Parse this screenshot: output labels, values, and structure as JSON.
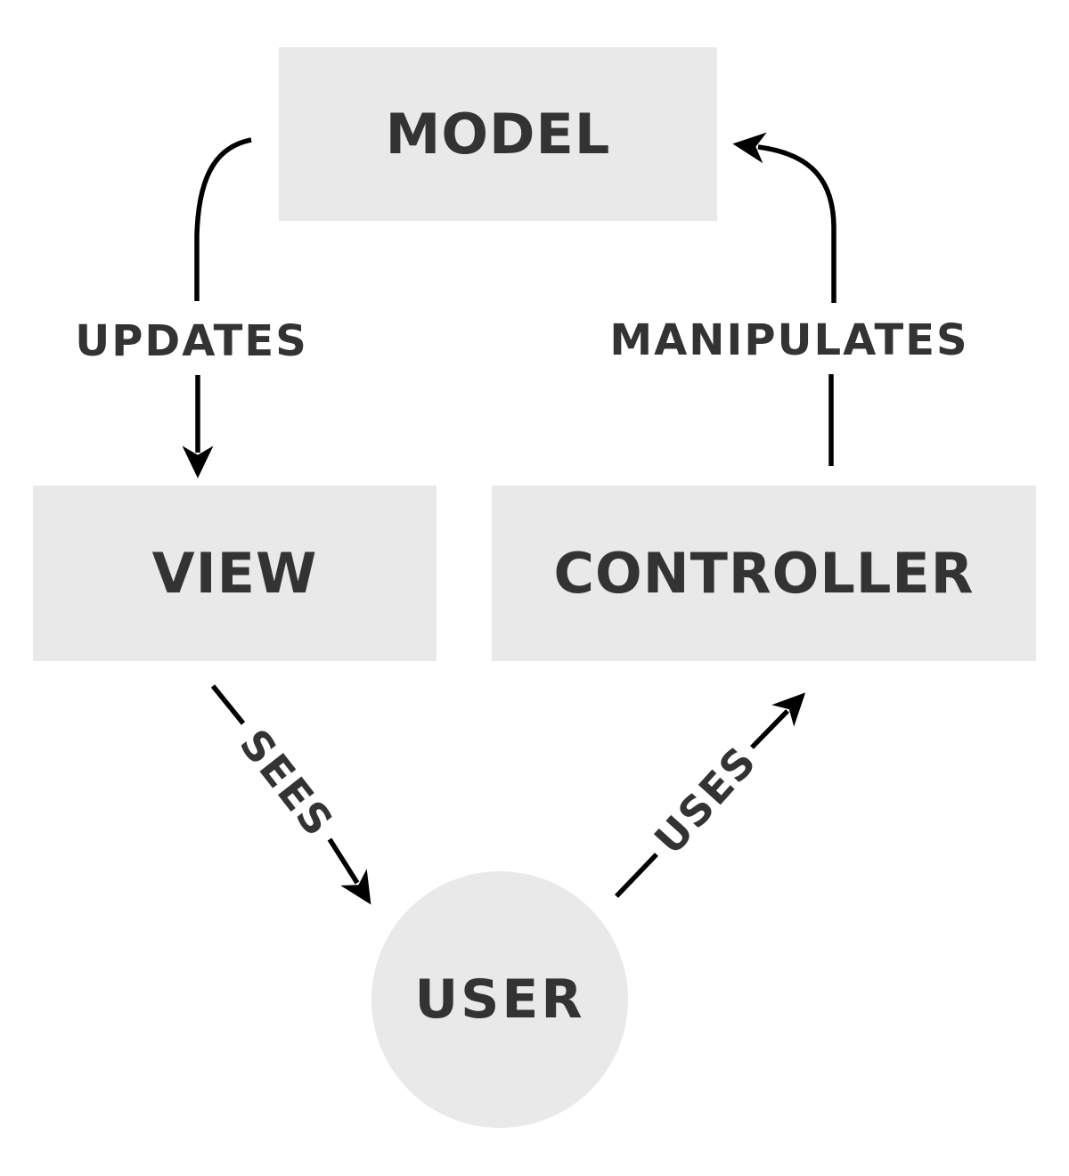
{
  "diagram": {
    "nodes": {
      "model": {
        "label": "MODEL"
      },
      "view": {
        "label": "VIEW"
      },
      "controller": {
        "label": "CONTROLLER"
      },
      "user": {
        "label": "USER"
      }
    },
    "edges": {
      "updates": {
        "label": "UPDATES",
        "from": "model",
        "to": "view"
      },
      "manipulates": {
        "label": "MANIPULATES",
        "from": "controller",
        "to": "model"
      },
      "sees": {
        "label": "SEES",
        "from": "view",
        "to": "user"
      },
      "uses": {
        "label": "USES",
        "from": "user",
        "to": "controller"
      }
    },
    "colors": {
      "background": "#ffffff",
      "node_fill": "#e9e9e9",
      "label_text": "#333333",
      "arrow": "#000000"
    }
  }
}
